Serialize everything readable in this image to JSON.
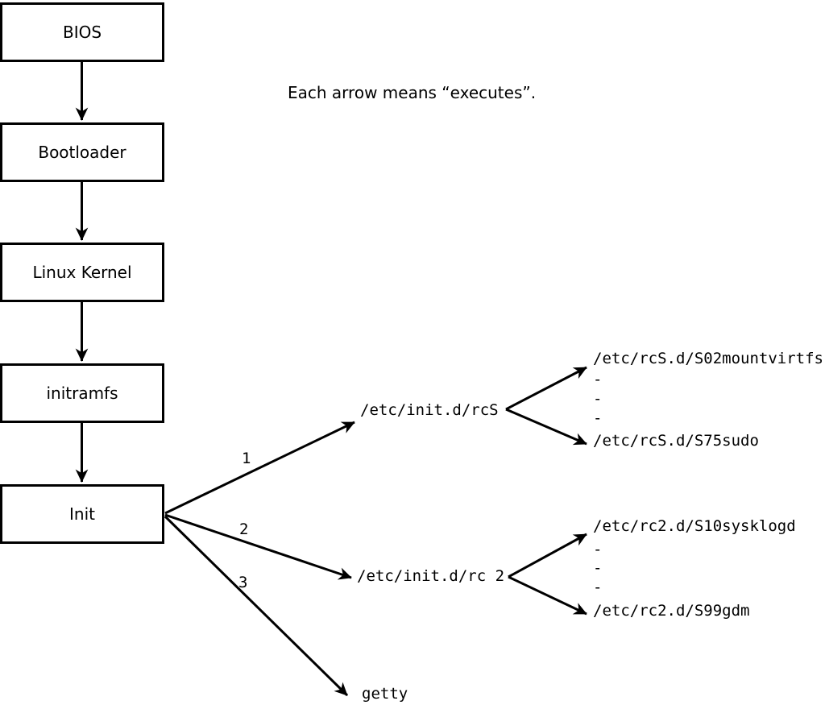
{
  "note": "Each arrow means “executes”.",
  "nodes": [
    {
      "label": "BIOS"
    },
    {
      "label": "Bootloader"
    },
    {
      "label": "Linux Kernel"
    },
    {
      "label": "initramfs"
    },
    {
      "label": "Init"
    }
  ],
  "branches": {
    "labels": [
      "1",
      "2",
      "3"
    ],
    "targets": [
      {
        "label": "/etc/init.d/rcS",
        "children": [
          "/etc/rcS.d/S02mountvirtfs",
          "-",
          "-",
          "-",
          "/etc/rcS.d/S75sudo"
        ]
      },
      {
        "label": "/etc/init.d/rc 2",
        "children": [
          "/etc/rc2.d/S10sysklogd",
          "-",
          "-",
          "-",
          "/etc/rc2.d/S99gdm"
        ]
      },
      {
        "label": "getty",
        "children": []
      }
    ]
  },
  "colors": {
    "line": "#000000",
    "background": "#ffffff",
    "box_fill": "#ffffff"
  }
}
